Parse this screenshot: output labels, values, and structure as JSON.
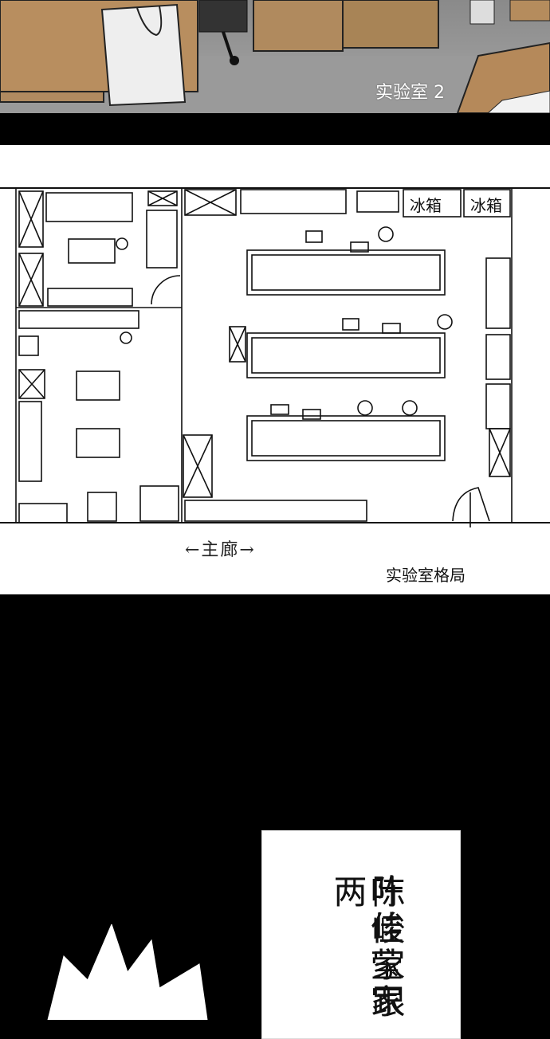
{
  "panels": {
    "photo": {
      "caption": "实验室 2"
    },
    "floorplan": {
      "corridor_label": "←主廊→",
      "fridge_labels": [
        "冰箱",
        "冰箱"
      ],
      "caption": "实验室格局"
    },
    "narration": {
      "column1": "陈峻家跟",
      "column2": "叶佳莹家两"
    }
  },
  "colors": {
    "background": "#000000",
    "panel_white": "#ffffff",
    "ink": "#111111"
  }
}
